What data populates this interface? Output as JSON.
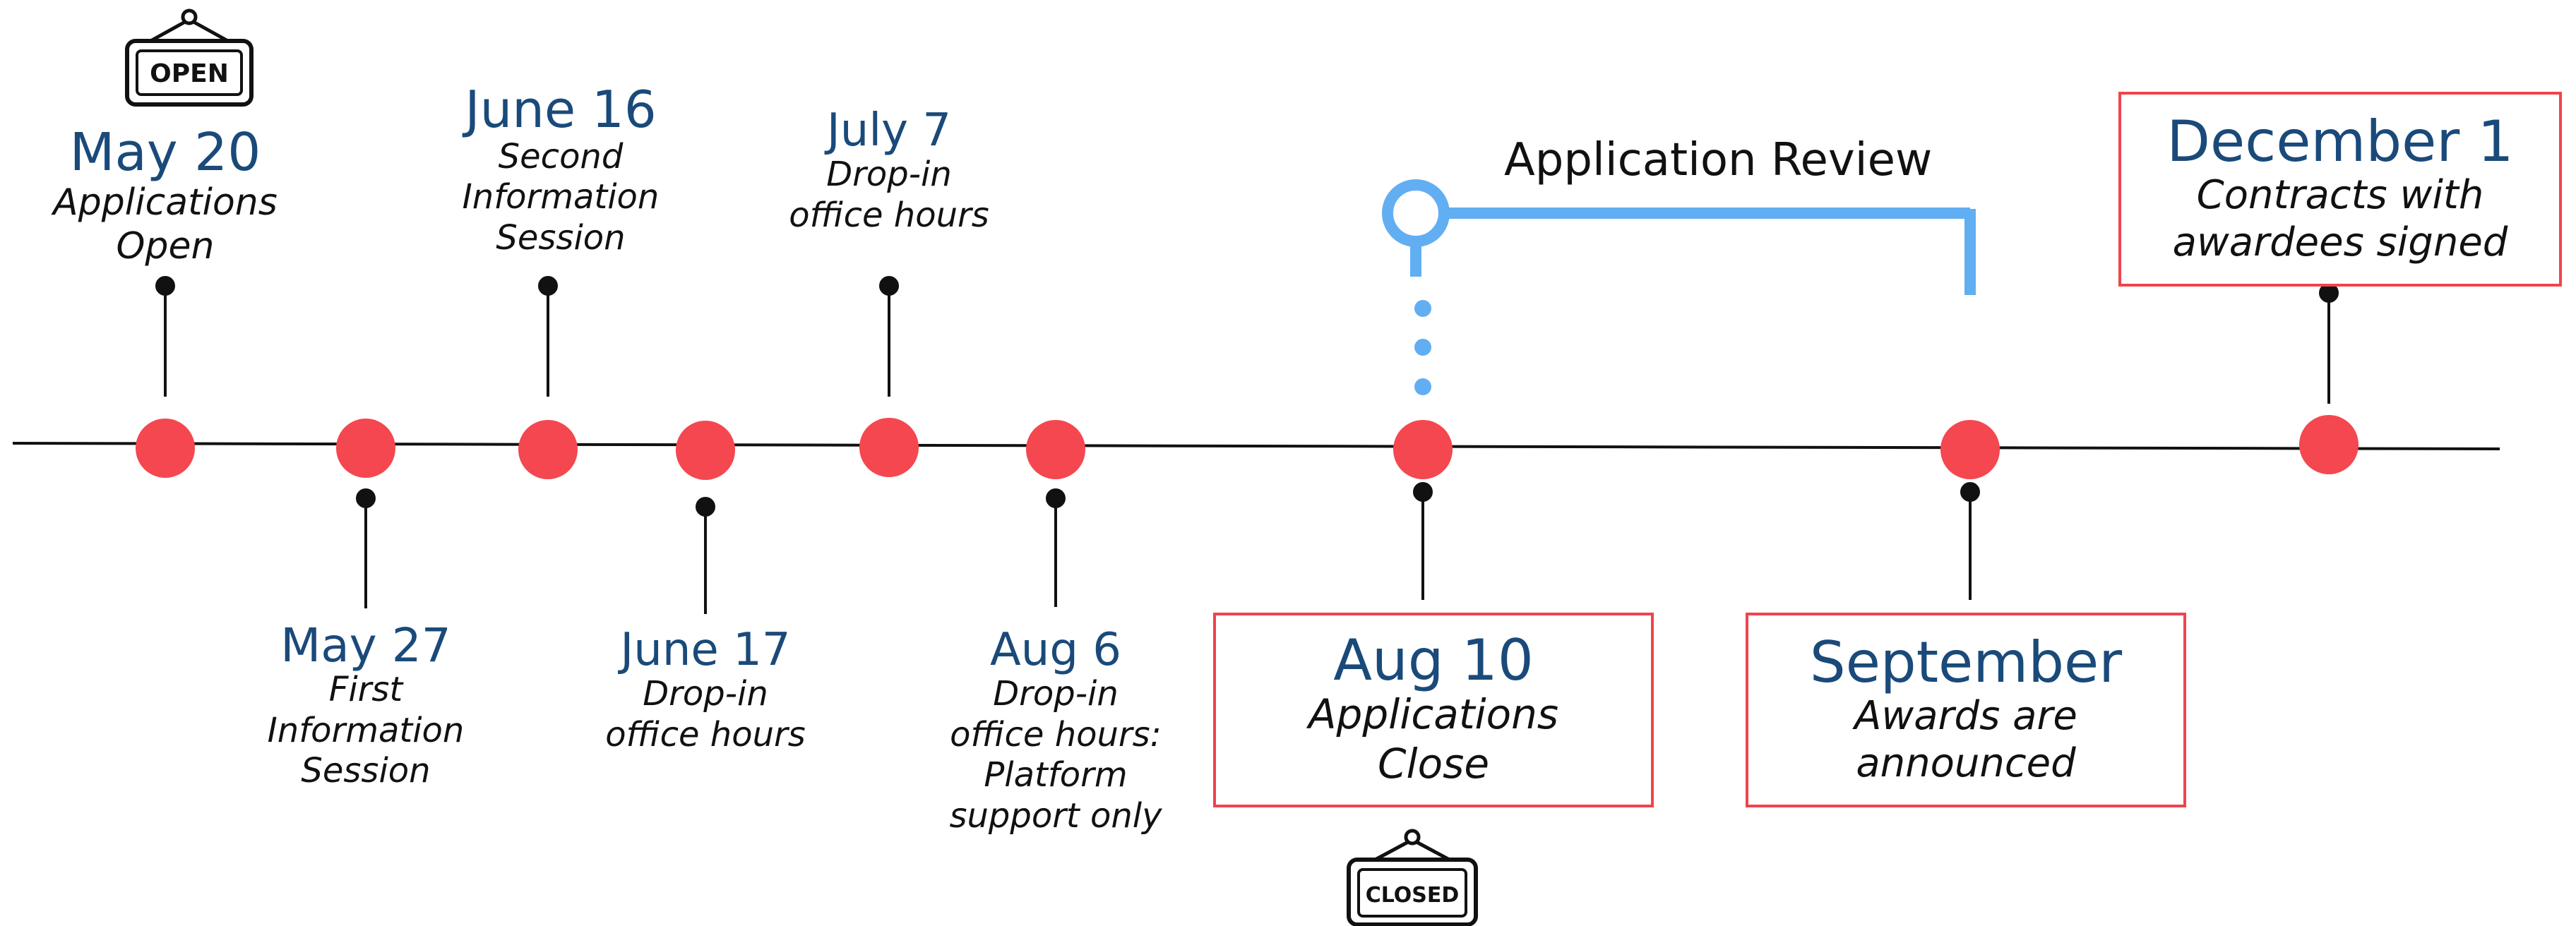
{
  "colors": {
    "marker": "#f44750",
    "date_text": "#1a4a7a",
    "box_border": "#f0444c",
    "review_bracket": "#62aef2",
    "line": "#111111"
  },
  "signs": {
    "open": "OPEN",
    "closed": "CLOSED"
  },
  "events": [
    {
      "date": "May 20",
      "description": "Applications Open"
    },
    {
      "date": "May 27",
      "description": "First Information Session"
    },
    {
      "date": "June 16",
      "description": "Second Information Session"
    },
    {
      "date": "June 17",
      "description": "Drop-in office hours"
    },
    {
      "date": "July 7",
      "description": "Drop-in office hours"
    },
    {
      "date": "Aug 6",
      "description": "Drop-in office hours: Platform support only"
    },
    {
      "date": "Aug 10",
      "description": "Applications Close"
    },
    {
      "date": "September",
      "description": "Awards are announced"
    },
    {
      "date": "December 1",
      "description": "Contracts with awardees signed"
    }
  ],
  "review": {
    "label": "Application Review"
  }
}
